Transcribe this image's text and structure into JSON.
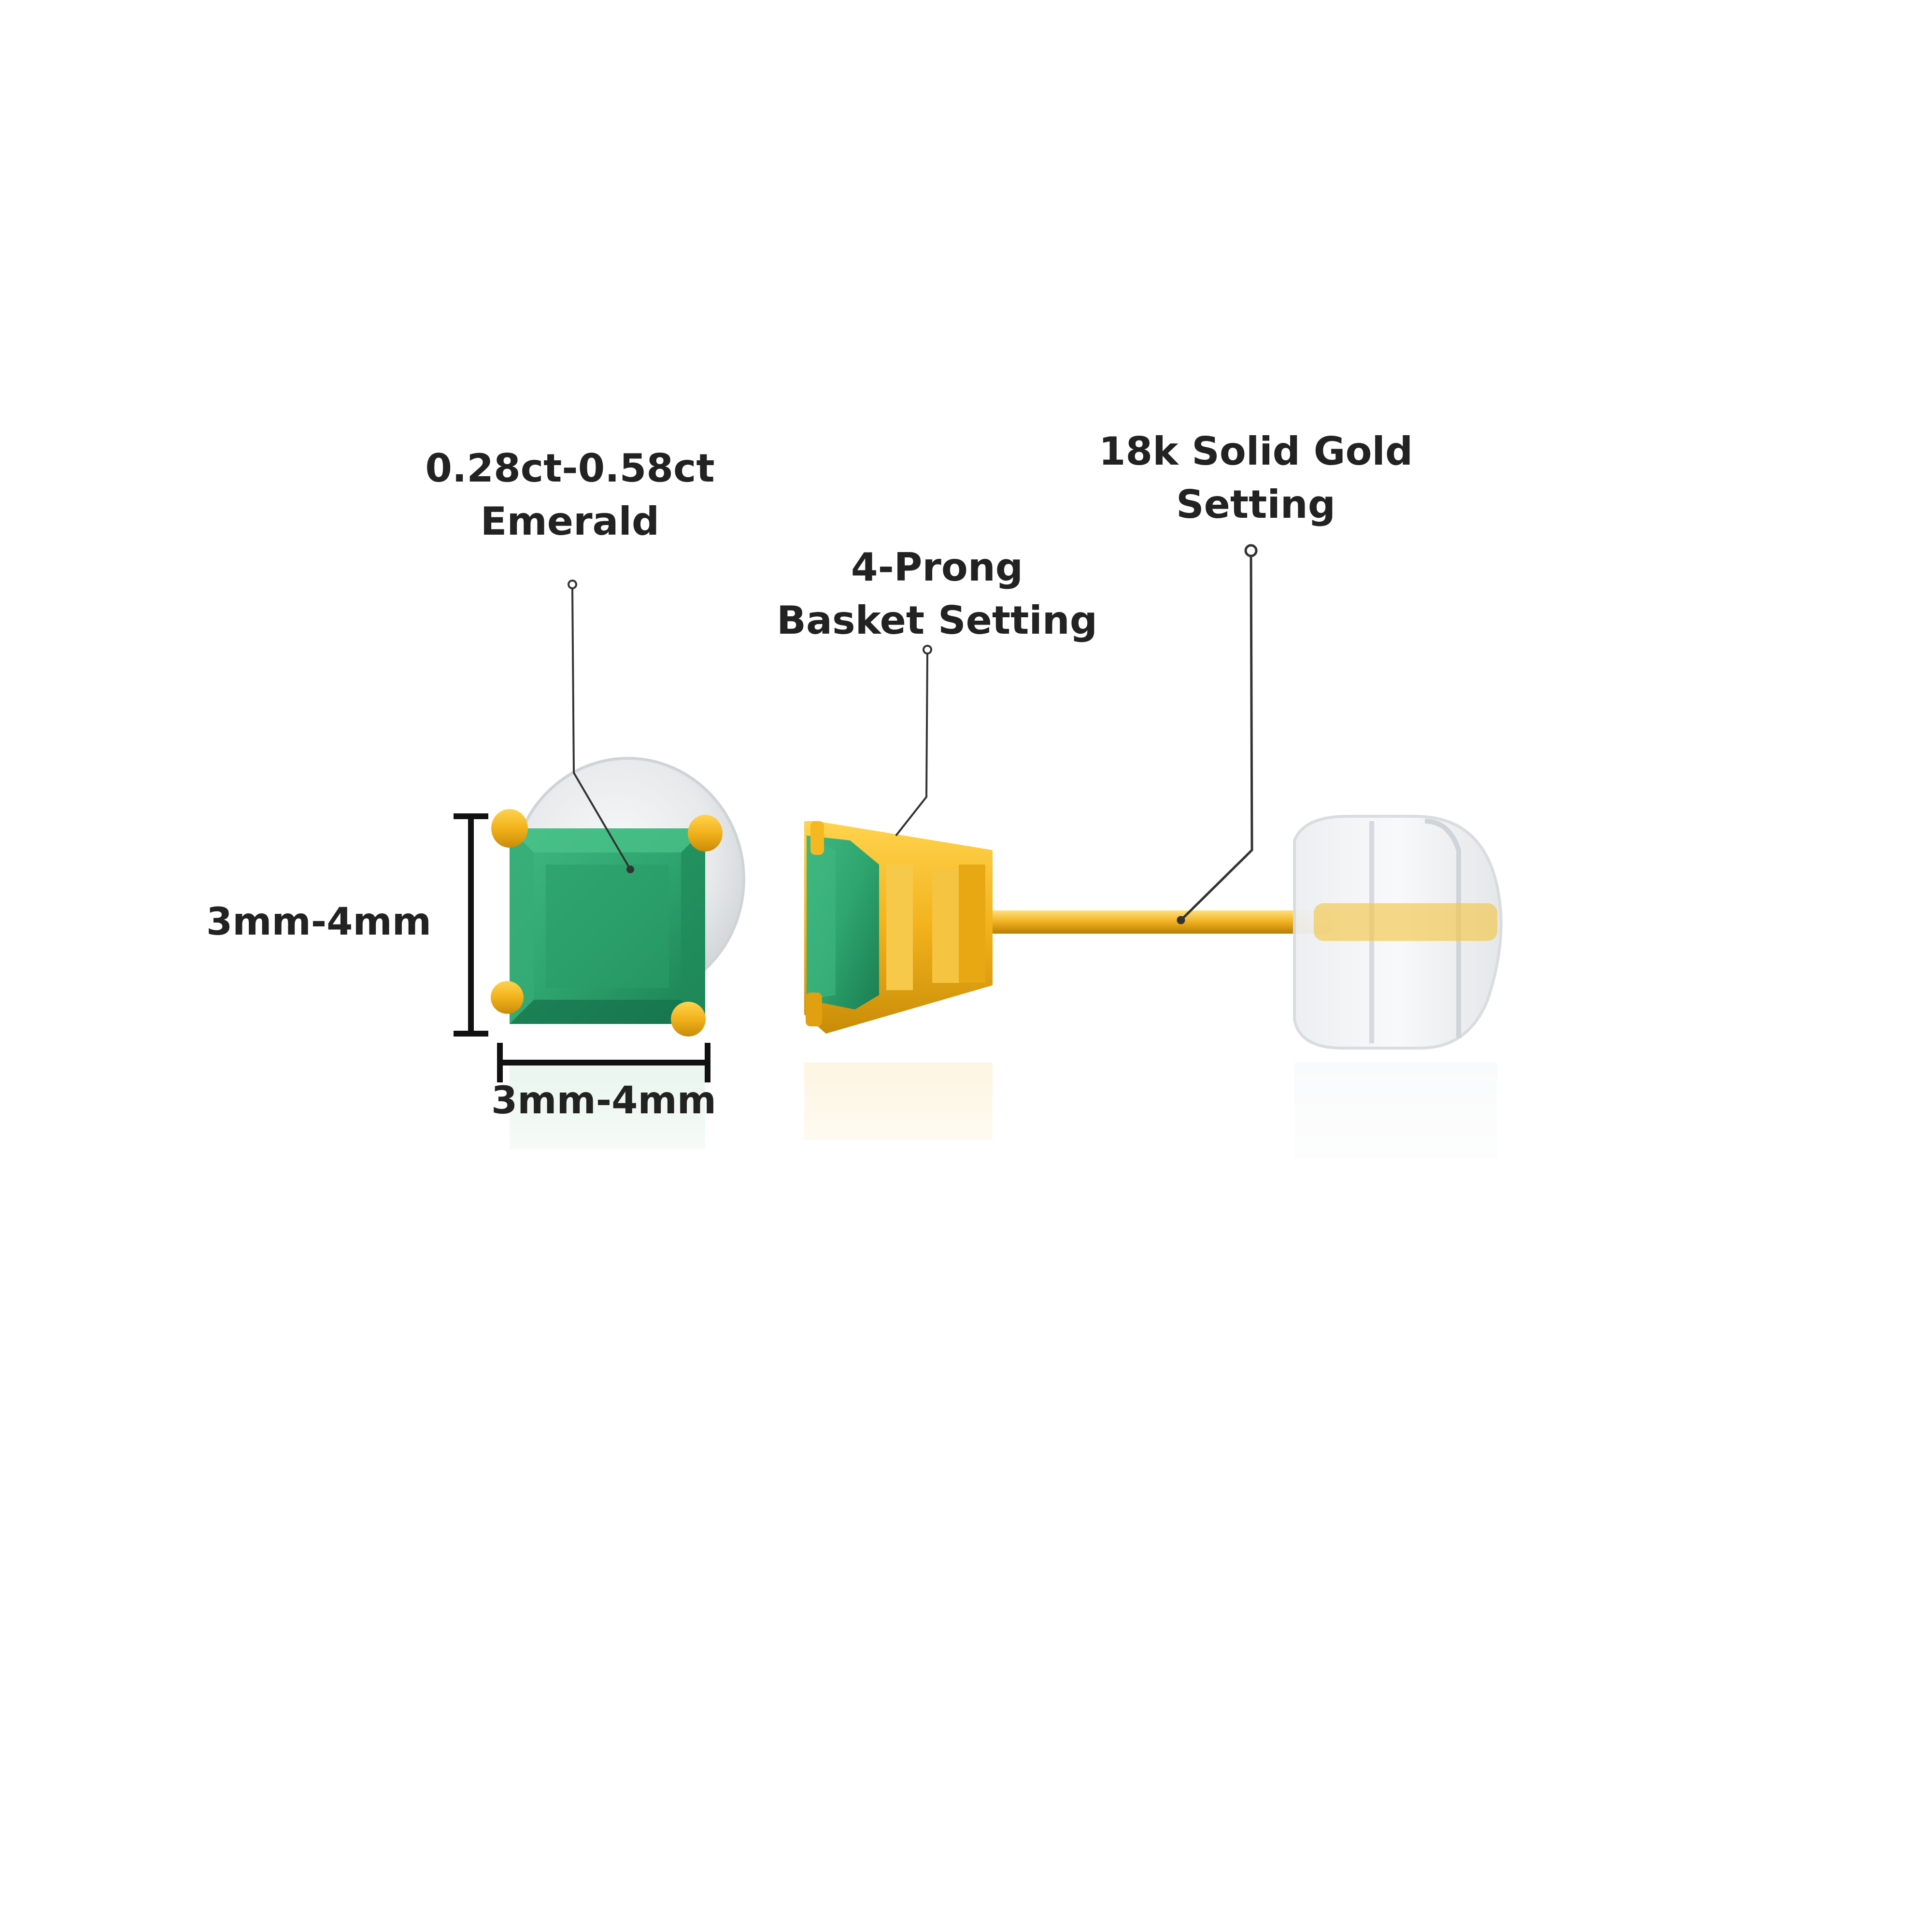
{
  "callouts": {
    "emerald": {
      "line1": "0.28ct-0.58ct",
      "line2": "Emerald"
    },
    "basket": {
      "line1": "4-Prong",
      "line2": "Basket Setting"
    },
    "gold": {
      "line1": "18k Solid Gold",
      "line2": "Setting"
    }
  },
  "dimensions": {
    "height": "3mm-4mm",
    "width": "3mm-4mm"
  },
  "colors": {
    "text": "#222222",
    "emerald": "#2ea46e",
    "emerald_dark": "#14704a",
    "gold": "#f2b21c",
    "gold_dark": "#c98c08",
    "backing": "#e6e8ea"
  }
}
